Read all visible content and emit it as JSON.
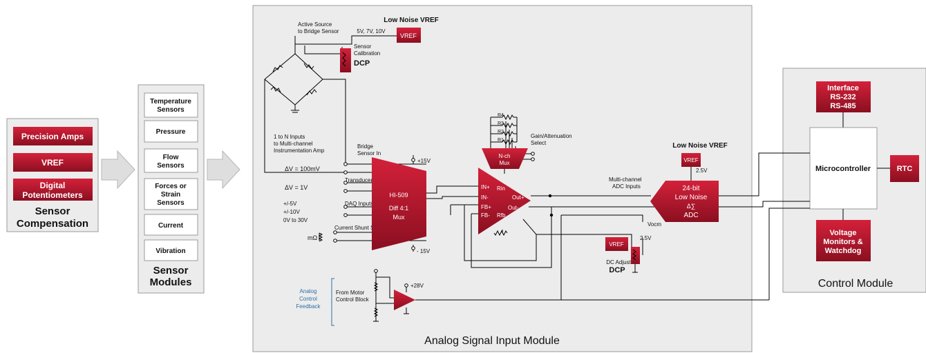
{
  "colors": {
    "accent": "#c8102e",
    "accent_dark": "#7f0d1c",
    "panel_bg": "#ececec",
    "panel_border": "#9a9a9a",
    "wire": "#000000",
    "feedback_blue": "#2e6fa8"
  },
  "sensor_compensation": {
    "title_line1": "Sensor",
    "title_line2": "Compensation",
    "items": [
      "Precision Amps",
      "VREF",
      "Digital",
      "Potentiometers"
    ]
  },
  "sensor_modules": {
    "title_line1": "Sensor",
    "title_line2": "Modules",
    "items": [
      {
        "l1": "Temperature",
        "l2": "Sensors"
      },
      {
        "l1": "Pressure",
        "l2": ""
      },
      {
        "l1": "Flow",
        "l2": "Sensors"
      },
      {
        "l1": "Forces or",
        "l2": "Strain",
        "l3": "Sensors"
      },
      {
        "l1": "Current",
        "l2": ""
      },
      {
        "l1": "Vibration",
        "l2": ""
      }
    ]
  },
  "analog_module": {
    "title": "Analog Signal Input Module",
    "low_noise_vref_top": "Low Noise VREF",
    "active_source_l1": "Active Source",
    "active_source_l2": "to Bridge Sensor",
    "vref_voltages": "5V, 7V, 10V",
    "vref_label": "VREF",
    "sensor_cal_l1": "Sensor",
    "sensor_cal_l2": "Calibration",
    "dcp": "DCP",
    "inputs_l1": "1 to N Inputs",
    "inputs_l2": "to Multi-channel",
    "inputs_l3": "Instrumentation Amp",
    "bridge_l1": "Bridge",
    "bridge_l2": "Sensor In",
    "dv100": "ΔV = 100mV",
    "dv1": "ΔV = 1V",
    "transducer_in": "Transducer In",
    "daq_l1": "+/-5V",
    "daq_l2": "+/-10V",
    "daq_l3": "0V to 30V",
    "daq_inputs": "DAQ Inputs",
    "current_shunt": "Current Shunt Sense",
    "mohm": "mΩ",
    "plus15": "+15V",
    "minus15": "- 15V",
    "mux_name": "HI-509",
    "mux_l1": "Diff 4:1",
    "mux_l2": "Mux",
    "r4": "R4",
    "r3": "R3",
    "r2": "R2",
    "r1": "R1",
    "nch_l1": "N-ch",
    "nch_l2": "Mux",
    "gain_l1": "Gain/Attenuation",
    "gain_l2": "Select",
    "in_plus": "IN+",
    "in_minus": "IN-",
    "fb_plus": "FB+",
    "fb_minus": "FB-",
    "rin": "Rin",
    "rfb": "Rfb",
    "out_plus": "Out+",
    "out_minus": "Out-",
    "low_noise_vref_right": "Low Noise VREF",
    "v25": "2.5V",
    "adc_inputs_l1": "Multi-channel",
    "adc_inputs_l2": "ADC Inputs",
    "adc_l1": "24-bit",
    "adc_l2": "Low Noise",
    "adc_l3": "Δ∑",
    "adc_l4": "ADC",
    "vocm": "Vocm",
    "v25b": "2.5V",
    "dc_adjust": "DC Adjust",
    "dcp2": "DCP",
    "plus28": "+28V",
    "motor_l1": "From Motor",
    "motor_l2": "Control Block",
    "feedback_l1": "Analog",
    "feedback_l2": "Control",
    "feedback_l3": "Feedback"
  },
  "control_module": {
    "title": "Control Module",
    "interface_l1": "Interface",
    "interface_l2": "RS-232",
    "interface_l3": "RS-485",
    "micro": "Microcontroller",
    "rtc": "RTC",
    "voltage_l1": "Voltage",
    "voltage_l2": "Monitors &",
    "voltage_l3": "Watchdog"
  }
}
